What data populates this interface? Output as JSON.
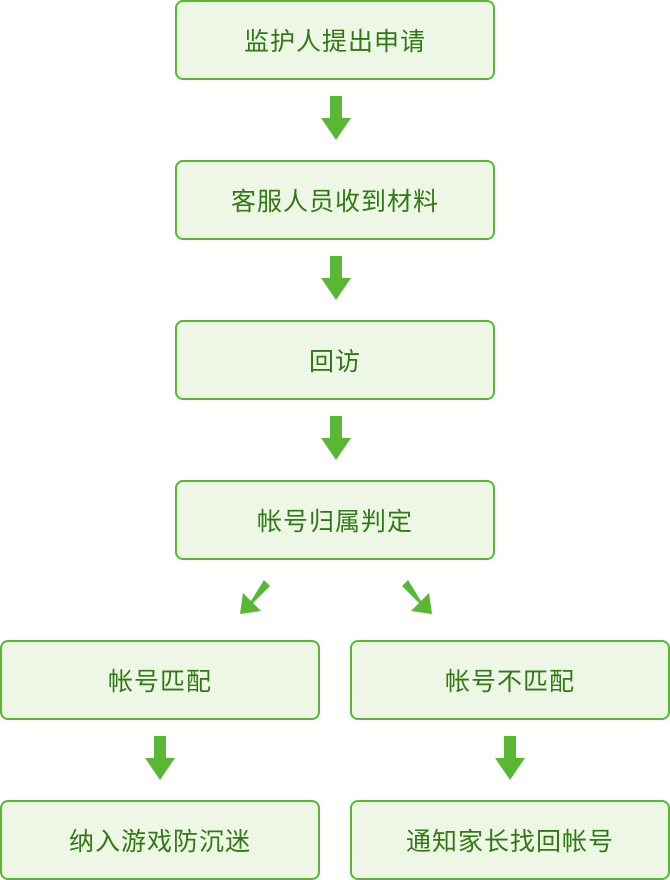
{
  "colors": {
    "box_fill": "#eef7e6",
    "box_border": "#58b832",
    "text": "#2f7a12",
    "arrow": "#58b832"
  },
  "flow": {
    "step1": "监护人提出申请",
    "step2": "客服人员收到材料",
    "step3": "回访",
    "step4": "帐号归属判定",
    "branch_match": {
      "decision": "帐号匹配",
      "outcome": "纳入游戏防沉迷"
    },
    "branch_mismatch": {
      "decision": "帐号不匹配",
      "outcome": "通知家长找回帐号"
    }
  }
}
